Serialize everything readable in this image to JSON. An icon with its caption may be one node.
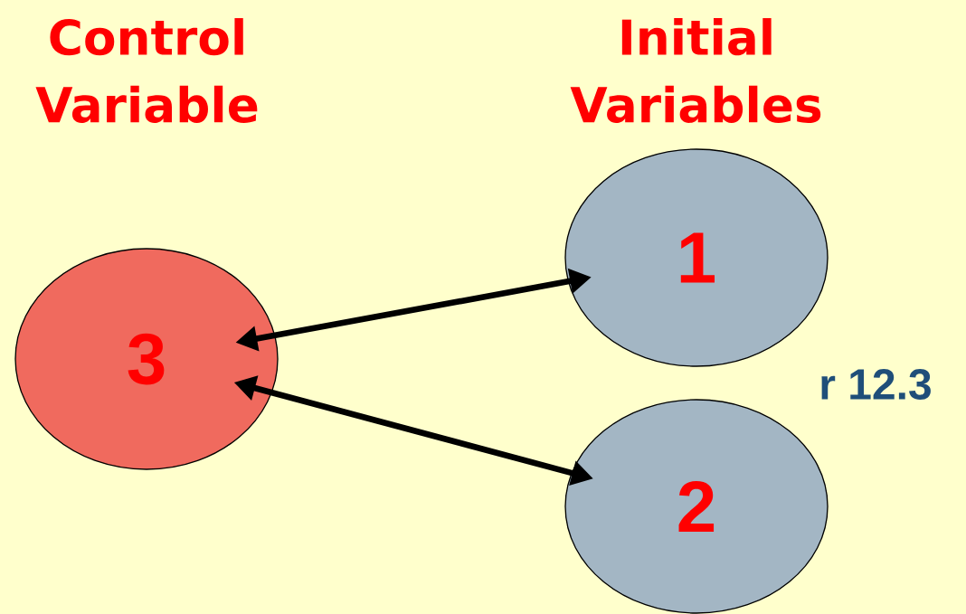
{
  "diagram": {
    "nodes": [
      {
        "text": [
          "3"
        ]
      },
      {
        "text": [
          "1"
        ]
      },
      {
        "text": [
          "2"
        ]
      }
    ],
    "edges": [
      {
        "from": 0,
        "to": 1,
        "arrow": "both"
      },
      {
        "from": 0,
        "to": 2,
        "arrow": "both"
      }
    ],
    "labels": [
      "Control Variable",
      "Initial Variables",
      "r 12.3"
    ]
  }
}
